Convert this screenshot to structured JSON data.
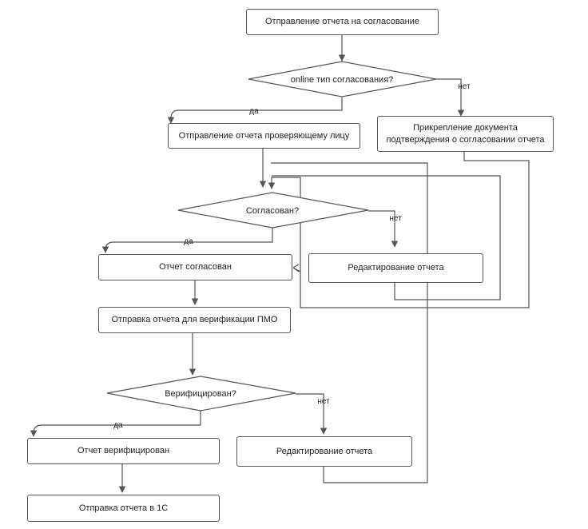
{
  "nodes": {
    "send_for_approval": "Отправление отчета на согласование",
    "online_type_question": "online тип согласования?",
    "send_to_reviewer": "Отправление отчета проверяющему лицу",
    "attach_confirmation": "Прикрепление документа подтверждения о согласовании отчета",
    "approved_question": "Согласован?",
    "report_approved": "Отчет согласован",
    "edit_report_1": "Редактирование отчета",
    "send_for_verification": "Отправка отчета для верификации ПМО",
    "verified_question": "Верифицирован?",
    "report_verified": "Отчет верифицирован",
    "edit_report_2": "Редактирование отчета",
    "send_to_1c": "Отправка отчета в 1С"
  },
  "labels": {
    "yes": "да",
    "no": "нет"
  },
  "colors": {
    "line": "#555555",
    "box_border": "#555555",
    "text": "#222222"
  }
}
